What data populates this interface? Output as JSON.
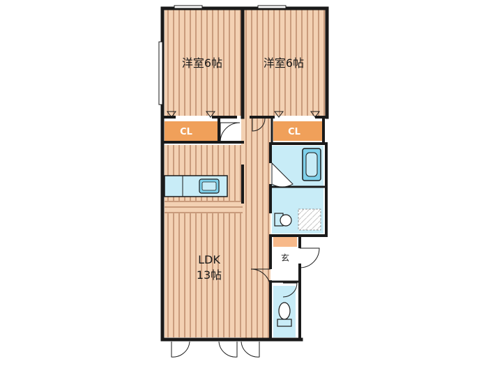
{
  "floorplan": {
    "rooms": {
      "bedroom_left": "洋室6帖",
      "bedroom_right": "洋室6帖",
      "ldk_name": "LDK",
      "ldk_size": "13帖",
      "closet_left": "CL",
      "closet_right": "CL",
      "entrance": "玄"
    },
    "colors": {
      "floor_wood": "#f3d1b3",
      "wood_stripe": "#c99b7c",
      "closet": "#f0a05a",
      "wet_area": "#c8ecf7",
      "fixture": "#7fd0ea",
      "entrance_floor": "#f7b98a",
      "wall": "#1a1a1a"
    }
  }
}
